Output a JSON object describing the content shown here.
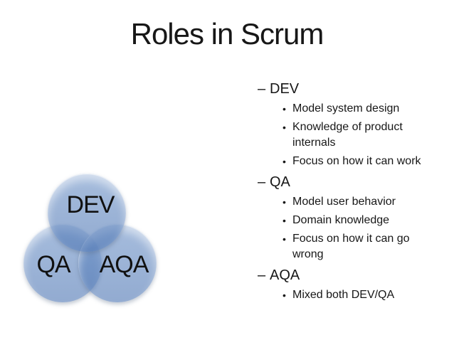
{
  "slide": {
    "title": "Roles in Scrum",
    "background_color": "#ffffff",
    "text_color": "#171717"
  },
  "venn": {
    "accent_color": "#4F81BD",
    "overlap_color": "#7E9FCD",
    "circles": [
      {
        "label": "DEV"
      },
      {
        "label": "QA"
      },
      {
        "label": "AQA"
      }
    ]
  },
  "content": {
    "markers": {
      "level1": "–",
      "level2": "•"
    },
    "groups": [
      {
        "heading": "DEV",
        "items": [
          "Model system design",
          "Knowledge of product internals",
          "Focus on how it can work"
        ]
      },
      {
        "heading": "QA",
        "items": [
          "Model user behavior",
          "Domain knowledge",
          "Focus on how it can go wrong"
        ]
      },
      {
        "heading": "AQA",
        "items": [
          "Mixed both DEV/QA"
        ]
      }
    ]
  }
}
